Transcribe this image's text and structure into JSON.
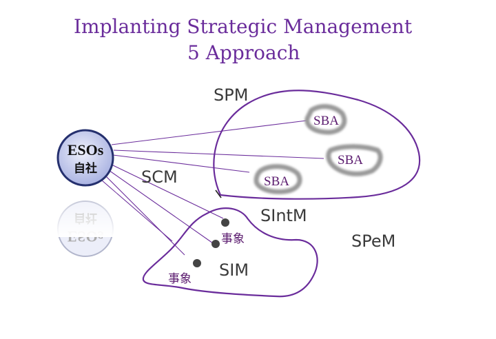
{
  "title": {
    "line1": "Implanting Strategic Management",
    "line2": "5 Approach"
  },
  "colors": {
    "title": "#6a2c9b",
    "boundary": "#6a2c9b",
    "connector": "#6a2c9b",
    "node_fill": "#c9cfee",
    "node_border": "#25306e",
    "sba_halo": "#9a9a9a",
    "dot": "#444444"
  },
  "center_node": {
    "label": "ESOs",
    "sublabel": "自社",
    "reflection_label": "ESOs",
    "reflection_sublabel": "自社"
  },
  "regions": {
    "spm": "SPM",
    "scm": "SCM",
    "sintm": "SIntM",
    "speme": "SPeM",
    "sim": "SIM"
  },
  "sba_items": [
    "SBA",
    "SBA",
    "SBA"
  ],
  "event_labels": [
    "事象",
    "事象"
  ]
}
